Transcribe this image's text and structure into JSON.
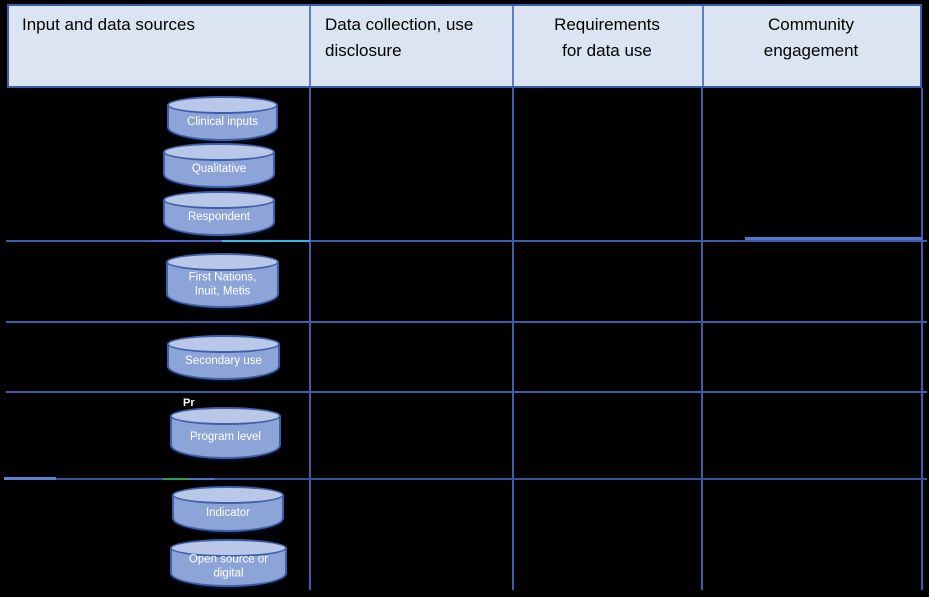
{
  "header": {
    "columns": [
      {
        "label": "Input and data sources"
      },
      {
        "label": "Data collection, use\ndisclosure"
      },
      {
        "label": "Requirements\nfor data use"
      },
      {
        "label": "Community\nengagement"
      }
    ]
  },
  "cylinders": [
    {
      "label": "Clinical inputs"
    },
    {
      "label": "Qualitative"
    },
    {
      "label": "Respondent"
    },
    {
      "label": "First Nations,\nInuit, Metis"
    },
    {
      "label": "Secondary use"
    },
    {
      "label": "Program level"
    },
    {
      "label": "Indicator"
    },
    {
      "label": "Open source or\ndigital"
    }
  ],
  "fragments": {
    "clipped_text": "Pr"
  },
  "colors": {
    "background": "#000000",
    "header_fill": "#dbe5f1",
    "header_border": "#3b5dae",
    "header_divider": "#5b7fc7",
    "grid_line": "#3a5dac",
    "cyan_artifact": "#2fb9e6",
    "green_artifact": "#2e9e53",
    "cylinder_body": "#8da4d8",
    "cylinder_top": "#b9c8e8",
    "cylinder_border": "#3f5fa6",
    "cylinder_text": "#ffffff",
    "header_text": "#000000"
  }
}
